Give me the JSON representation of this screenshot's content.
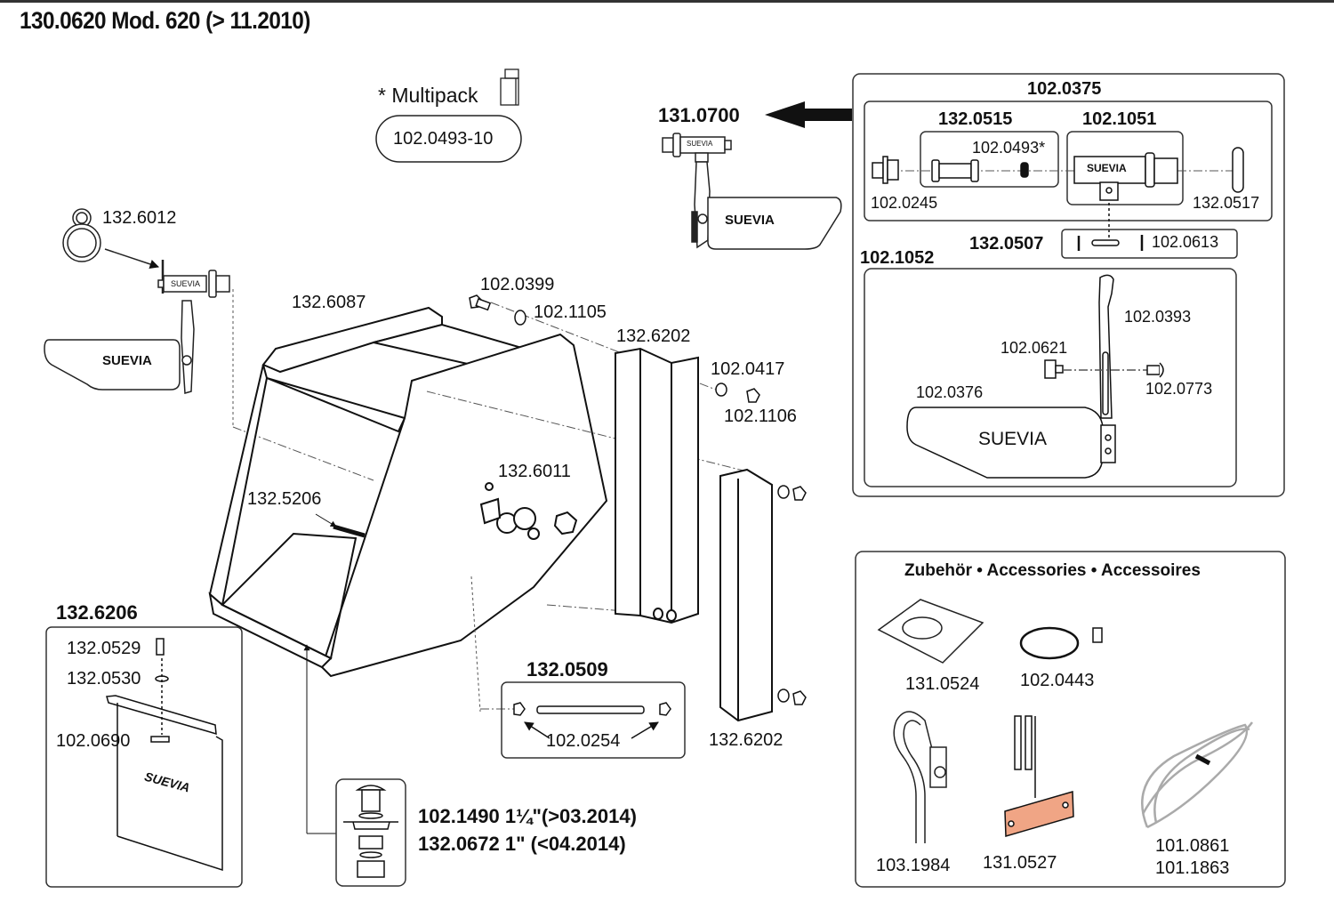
{
  "title": "130.0620 Mod. 620 (> 11.2010)",
  "multipack": {
    "label": "* Multipack",
    "code": "102.0493-10"
  },
  "float_valve": {
    "assembly": "131.0700",
    "valve_label": "SUEVIA",
    "float_label": "SUEVIA"
  },
  "valve_detail": {
    "assembly": "102.0375",
    "subgroups": [
      {
        "code": "132.0515",
        "parts": [
          "102.0493*"
        ]
      },
      {
        "code": "102.1051",
        "parts": [
          "SUEVIA"
        ]
      }
    ],
    "plug": "102.0245",
    "nut": "132.0517",
    "pin_set": {
      "code": "132.0507",
      "part": "102.0613"
    }
  },
  "float_detail": {
    "assembly": "102.1052",
    "lever": "102.0393",
    "knob": "102.0621",
    "rivet": "102.0773",
    "float": "102.0376",
    "float_label": "SUEVIA"
  },
  "left_valve": {
    "ring": "132.6012",
    "valve_label": "SUEVIA",
    "float_label": "SUEVIA"
  },
  "body": {
    "housing": "132.6087",
    "screw": "102.0399",
    "washer": "102.1105",
    "bracket_top": "132.6202",
    "washer_2": "102.0417",
    "nut": "102.1106",
    "fitting": "132.6011",
    "pin": "132.5206",
    "bracket_bottom": "132.6202"
  },
  "rod": {
    "assembly": "132.0509",
    "nut": "102.0254"
  },
  "cover": {
    "assembly": "132.6206",
    "bolt": "132.0529",
    "washer": "132.0530",
    "clip": "102.0690",
    "logo": "SUEVIA"
  },
  "drain": {
    "line1": "102.1490 1¼\"(>03.2014)",
    "line2": "132.0672 1\" (<04.2014)"
  },
  "accessories": {
    "heading": "Zubehör • Accessories • Accessoires",
    "items": [
      {
        "code": "131.0524",
        "icon": "tray-icon"
      },
      {
        "code": "102.0443",
        "icon": "heating-cable-icon"
      },
      {
        "code": "103.1984",
        "icon": "hose-valve-icon"
      },
      {
        "code": "131.0527",
        "icon": "thermostat-plate-icon"
      },
      {
        "code": "101.0861",
        "code2": "101.1863",
        "icon": "cable-coil-icon"
      }
    ],
    "plate_color": "#f0a585"
  }
}
